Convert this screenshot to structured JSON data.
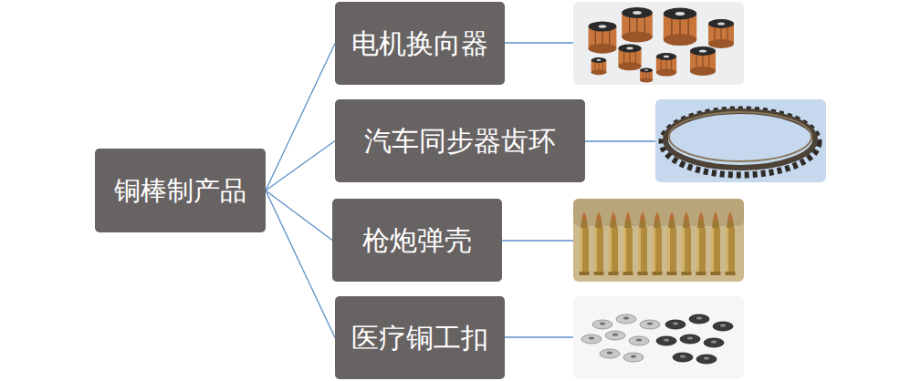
{
  "diagram": {
    "nodes": [
      {
        "text": [
          "铜棒制产品"
        ]
      },
      {
        "text": [
          "电机换向器"
        ]
      },
      {
        "text": [
          "汽车同步器齿环"
        ]
      },
      {
        "text": [
          "枪炮弹壳"
        ]
      },
      {
        "text": [
          "医疗铜工扣"
        ]
      }
    ],
    "edges": [
      {
        "from": 0,
        "to": 1,
        "arrow": "none"
      },
      {
        "from": 0,
        "to": 2,
        "arrow": "none"
      },
      {
        "from": 0,
        "to": 3,
        "arrow": "none"
      },
      {
        "from": 0,
        "to": 4,
        "arrow": "none"
      }
    ]
  }
}
